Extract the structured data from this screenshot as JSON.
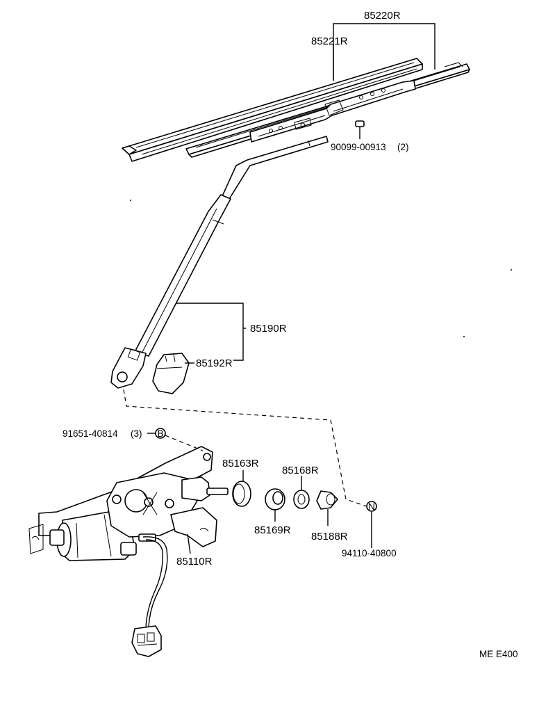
{
  "parts": {
    "wiper_blade_assy": "85220R",
    "wiper_blade_refill": "85221R",
    "blade_screw": "90099-00913",
    "blade_screw_qty": "(2)",
    "wiper_arm_assy": "85190R",
    "wiper_arm_cap": "85192R",
    "motor_bolt": "91651-40814",
    "motor_bolt_qty": "(3)",
    "motor_bolt_ref": "B",
    "wiper_motor": "85110R",
    "grommet": "85163R",
    "cushion": "85169R",
    "collar": "85168R",
    "cap": "85188R",
    "pivot_nut": "94110-40800",
    "pivot_nut_ref": "N"
  },
  "diagram_code": "ME E400"
}
